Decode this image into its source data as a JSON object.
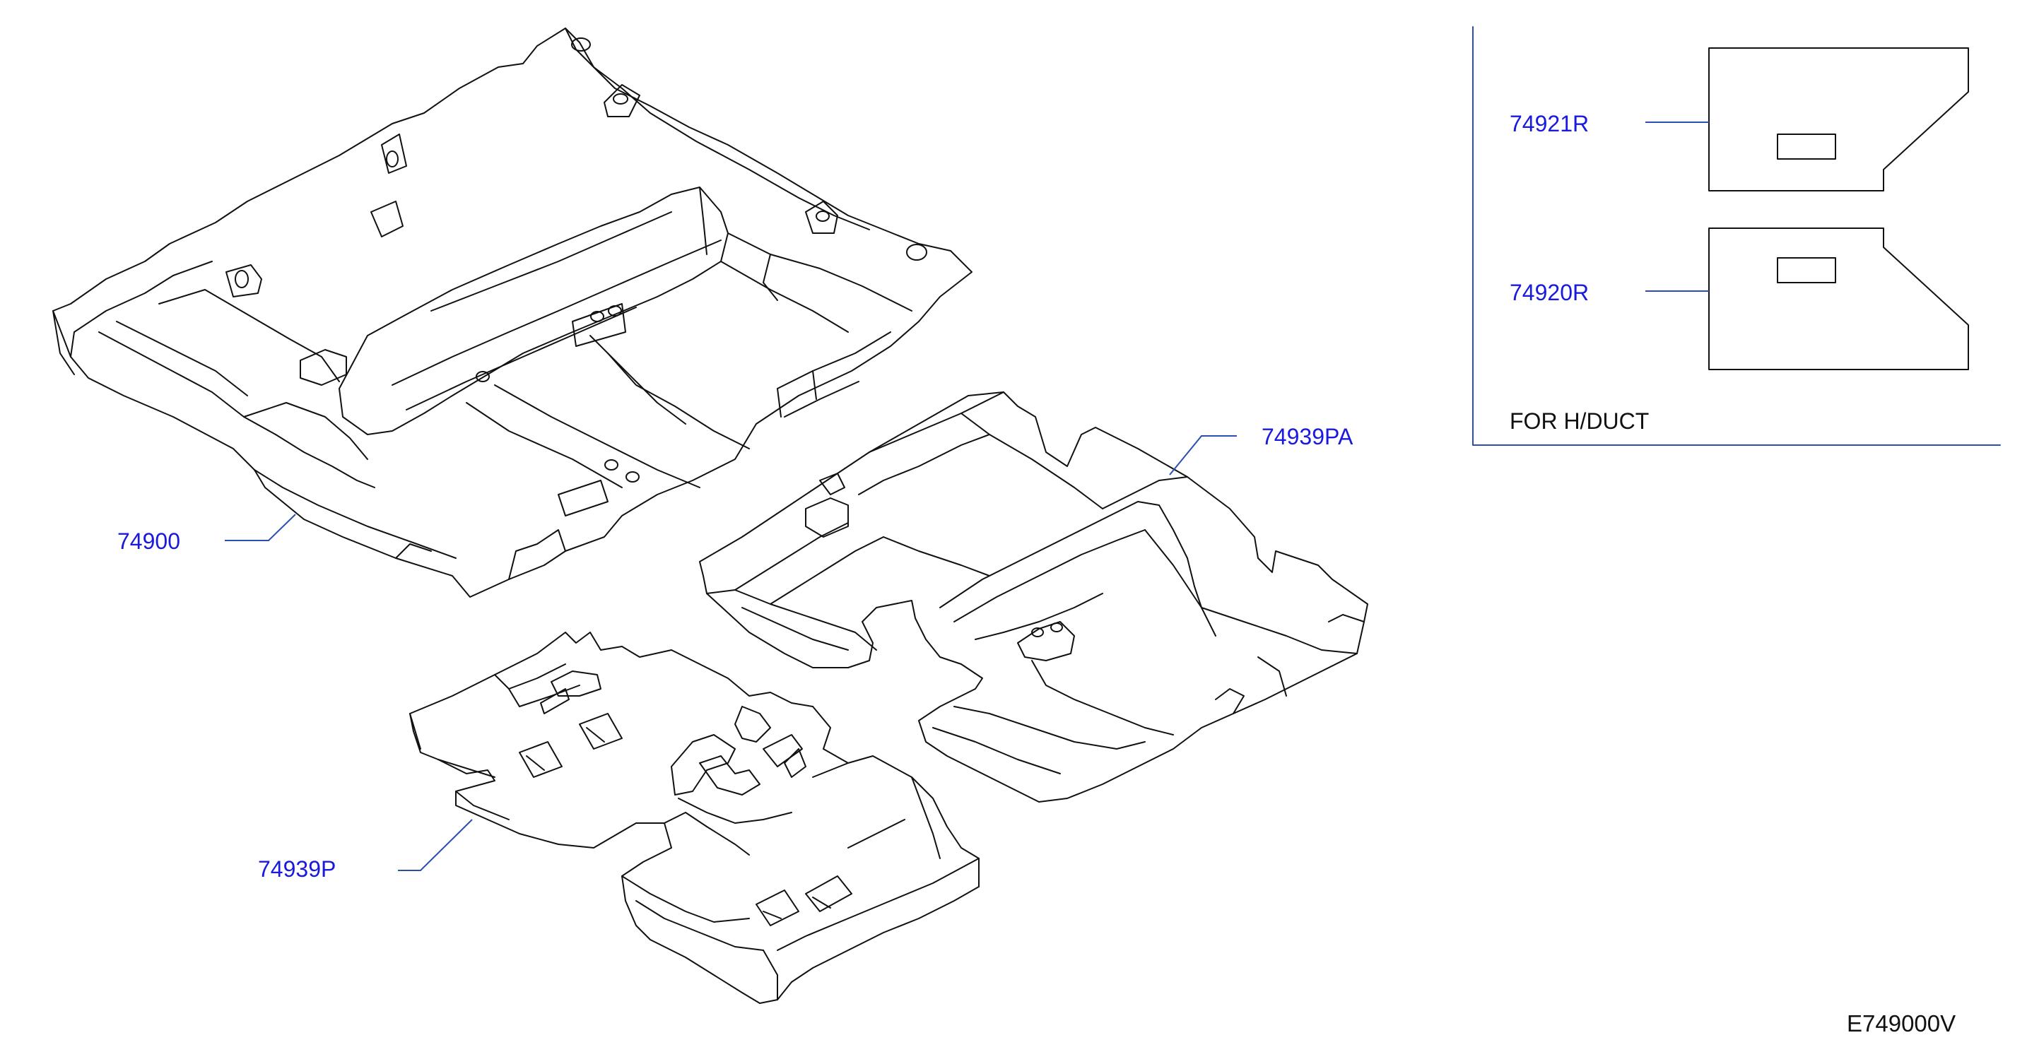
{
  "labels": {
    "carpet_main": "74900",
    "floor_mat_rear": "74939PA",
    "floor_mat_front": "74939P",
    "insulator_right": "74921R",
    "insulator_left": "74920R"
  },
  "inset_note": "FOR  H/DUCT",
  "diagram_code": "E749000V",
  "colors": {
    "part_number": "#1a1adf",
    "leader_line": "#2a4fb0",
    "drawing": "#111111",
    "background": "#ffffff"
  }
}
